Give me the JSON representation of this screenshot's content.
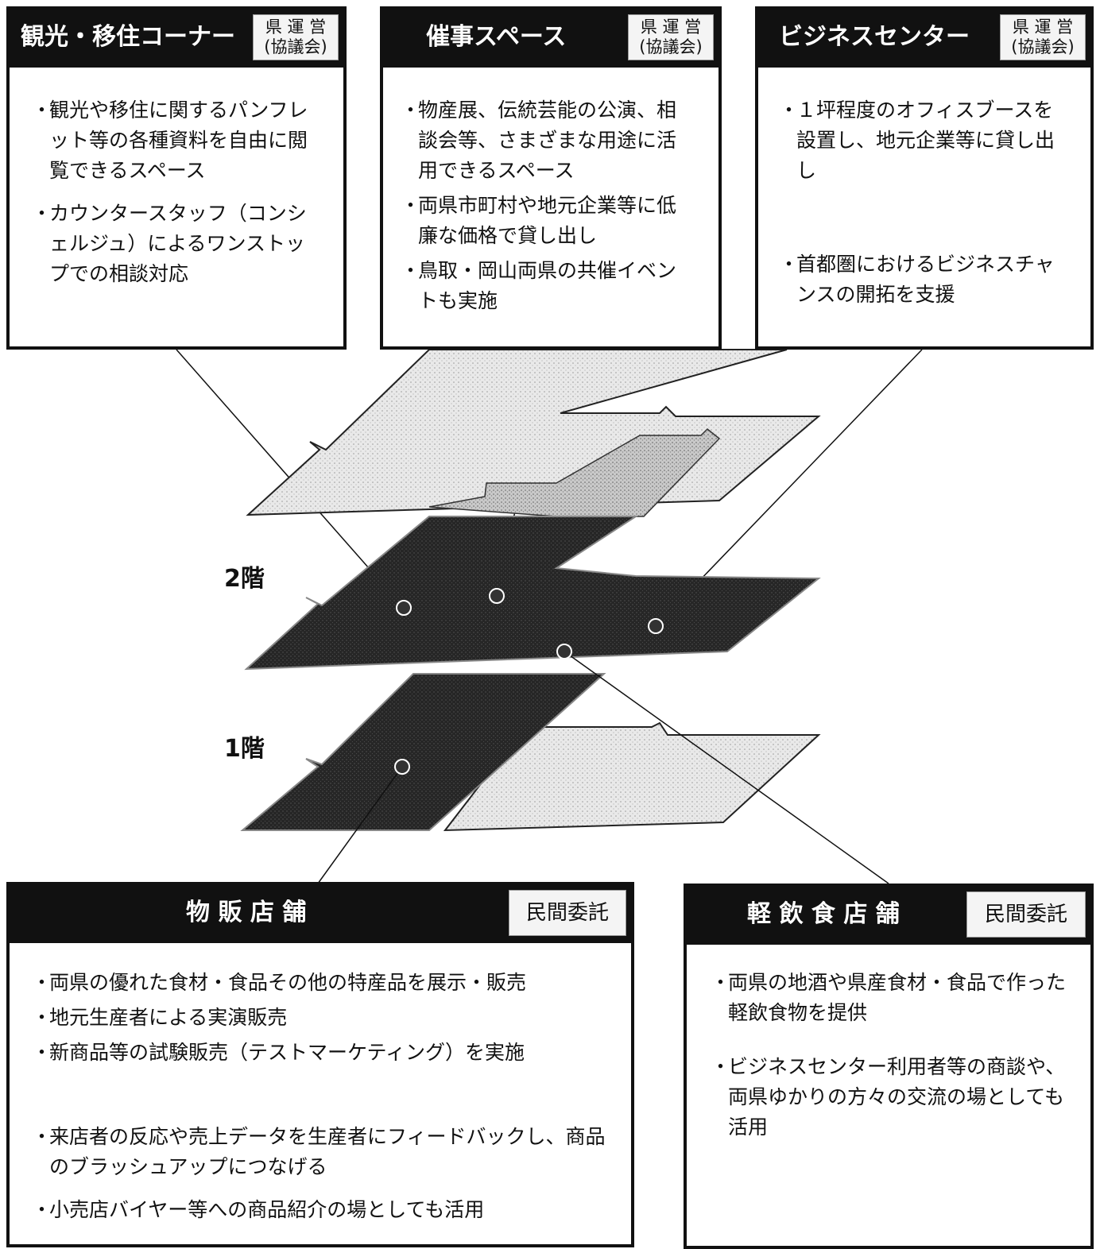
{
  "boxes": {
    "tourism": {
      "title": "観光・移住コーナー",
      "badge_line1": "県 運 営",
      "badge_line2": "(協議会)",
      "bullets": [
        "観光や移住に関するパンフレット等の各種資料を自由に閲覧できるスペース",
        "カウンタースタッフ（コンシェルジュ）によるワンストップでの相談対応"
      ]
    },
    "event": {
      "title": "催事スペース",
      "badge_line1": "県 運 営",
      "badge_line2": "(協議会)",
      "bullets": [
        "物産展、伝統芸能の公演、相談会等、さまざまな用途に活用できるスペース",
        "両県市町村や地元企業等に低廉な価格で貸し出し",
        "鳥取・岡山両県の共催イベントも実施"
      ]
    },
    "business": {
      "title": "ビジネスセンター",
      "badge_line1": "県 運 営",
      "badge_line2": "(協議会)",
      "bullets_before": [
        "１坪程度のオフィスブースを設置し、地元企業等に貸し出し"
      ],
      "bullets_after": [
        "首都圏におけるビジネスチャンスの開拓を支援"
      ]
    },
    "retail": {
      "title": "物 販 店 舗",
      "badge": "民間委託",
      "bullets_before": [
        "両県の優れた食材・食品その他の特産品を展示・販売",
        "地元生産者による実演販売",
        "新商品等の試験販売（テストマーケティング）を実施"
      ],
      "bullets_after": [
        "来店者の反応や売上データを生産者にフィードバックし、商品のブラッシュアップにつなげる",
        "小売店バイヤー等への商品紹介の場としても活用"
      ]
    },
    "cafe": {
      "title": "軽 飲 食 店 舗",
      "badge": "民間委託",
      "bullets": [
        "両県の地酒や県産食材・食品で作った軽飲食物を提供",
        "ビジネスセンター利用者等の商談や、両県ゆかりの方々の交流の場としても活用"
      ]
    }
  },
  "floors": {
    "second": "2階",
    "first": "1階"
  },
  "colors": {
    "dark": "#111111",
    "floor_dark": "#2a2a2a",
    "floor_light": "#e6e6e6",
    "floor_mid": "#bdbdbd"
  }
}
